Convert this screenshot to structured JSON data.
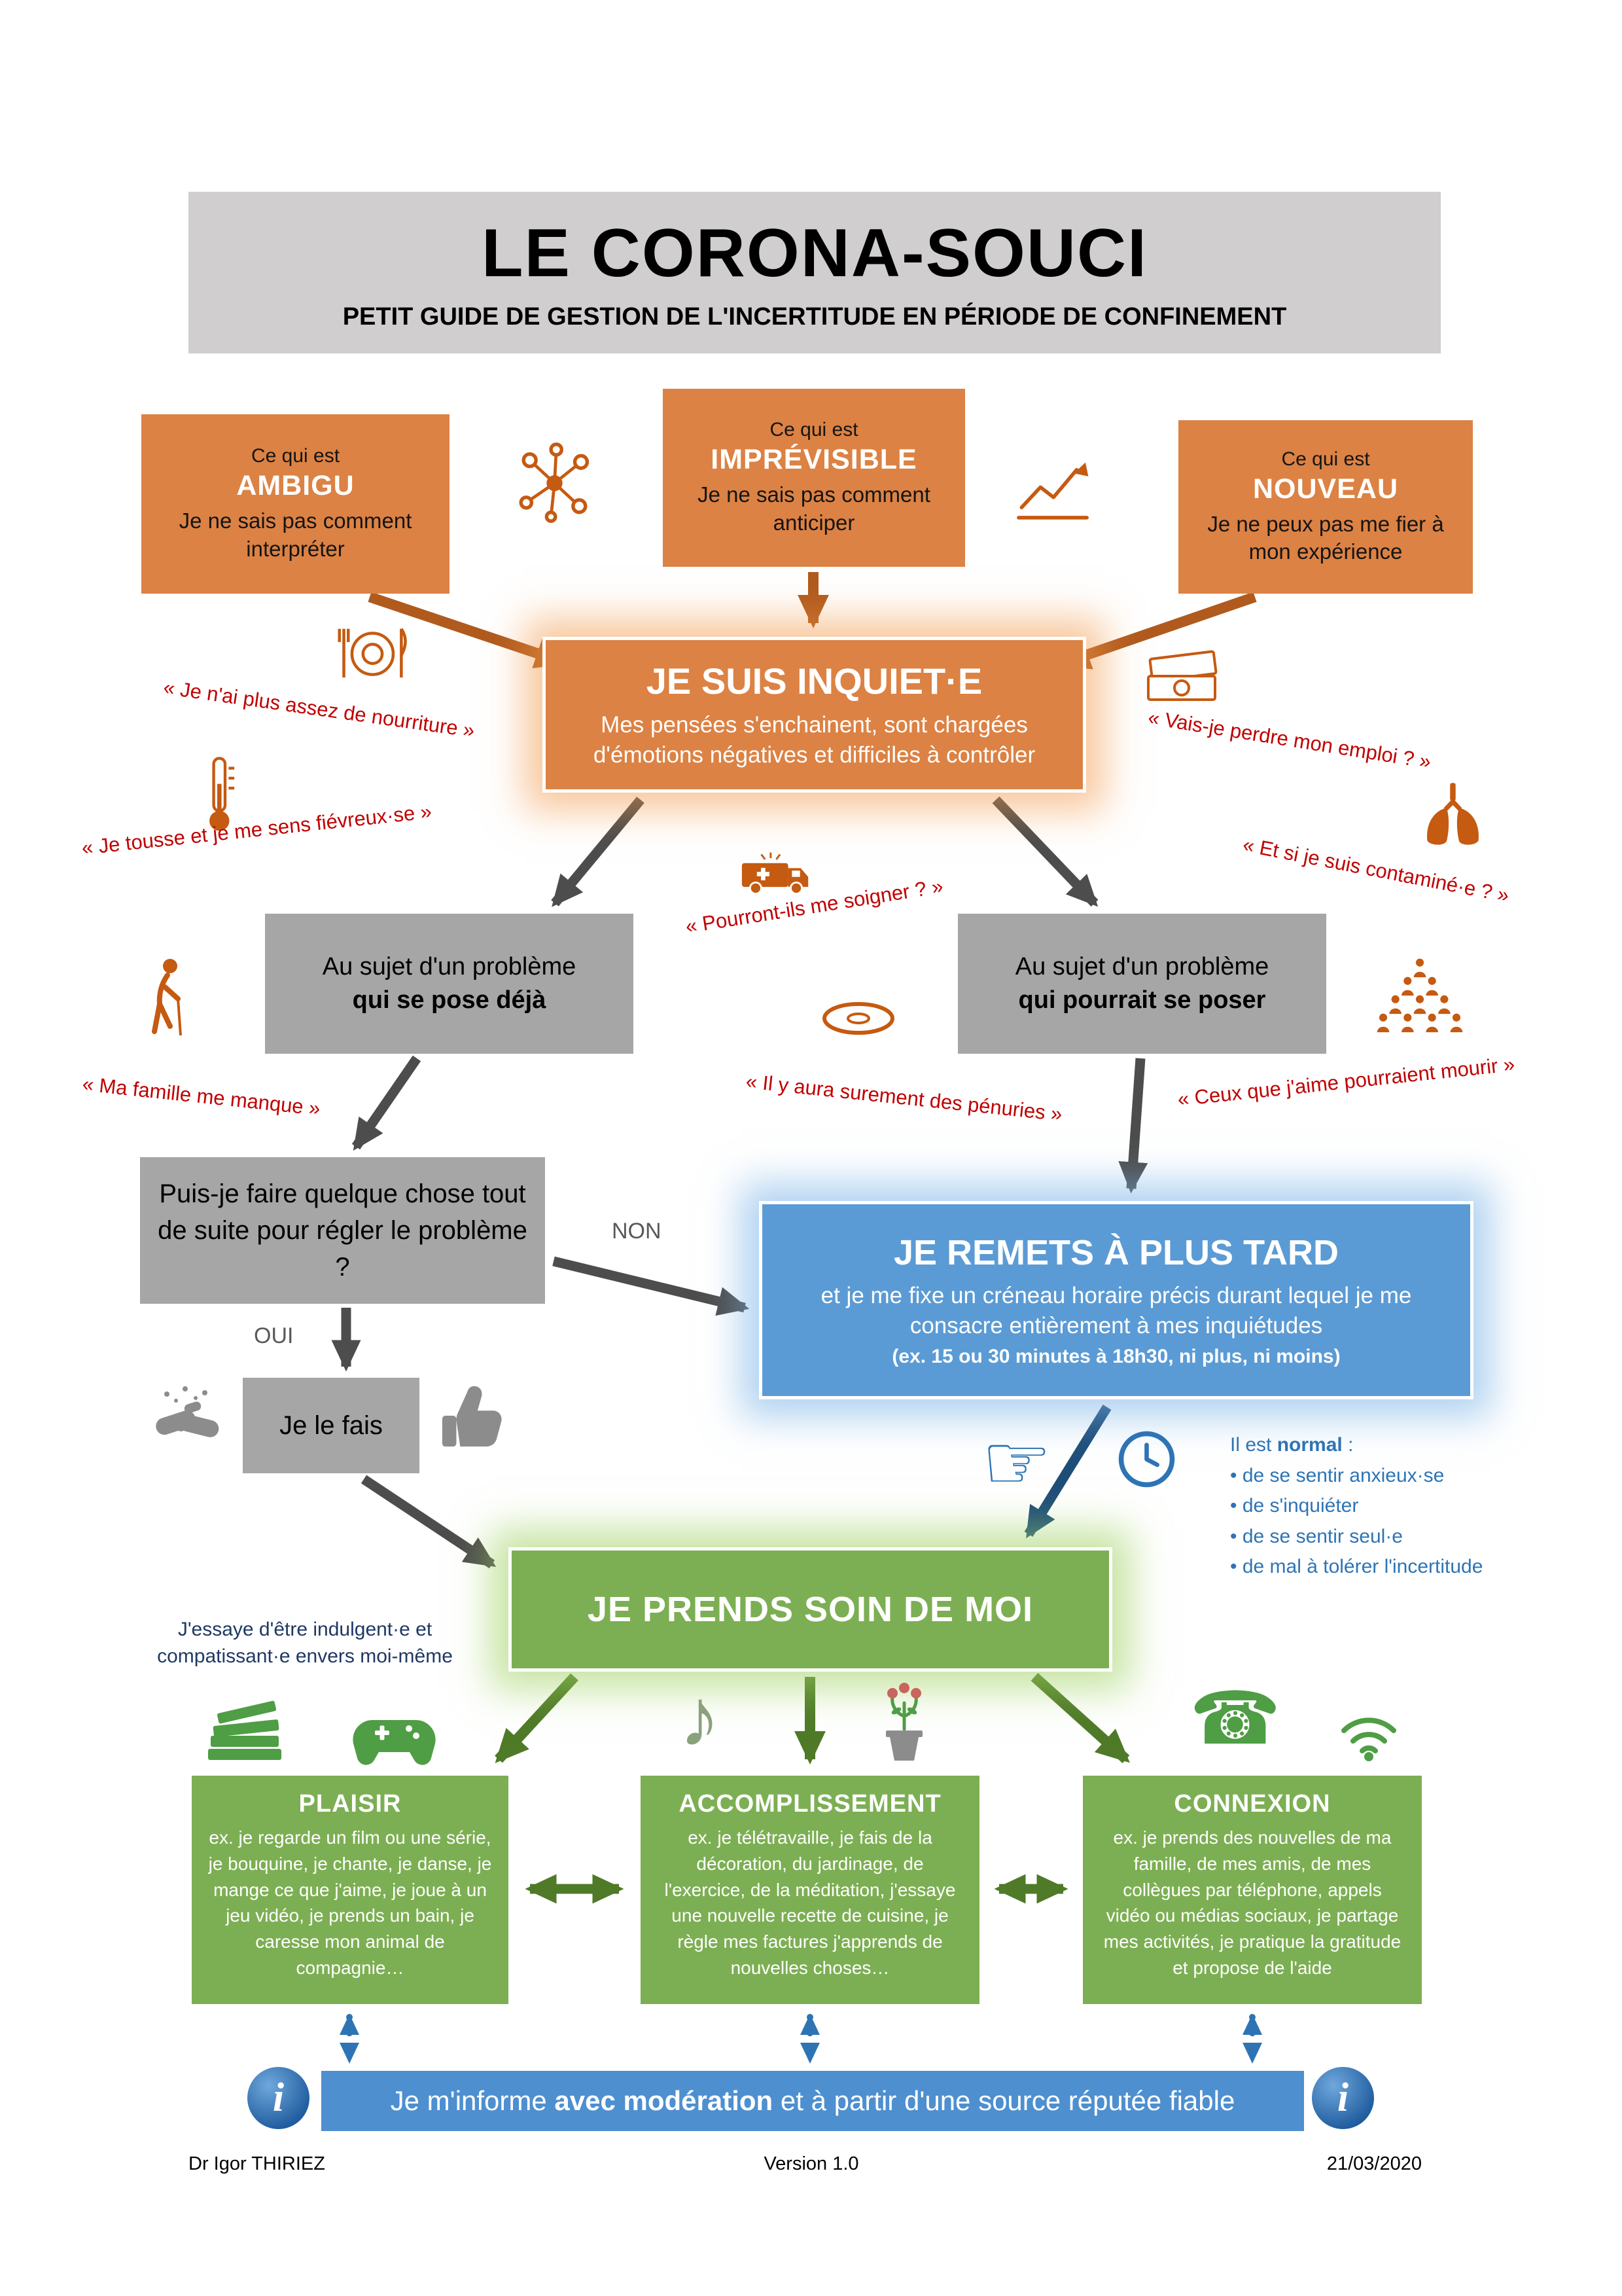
{
  "title": {
    "main": "LE CORONA-SOUCI",
    "subtitle": "PETIT GUIDE DE GESTION DE L'INCERTITUDE EN PÉRIODE DE CONFINEMENT"
  },
  "sources": [
    {
      "pre": "Ce qui est",
      "name": "AMBIGU",
      "desc": "Je ne sais pas comment interpréter"
    },
    {
      "pre": "Ce qui est",
      "name": "IMPRÉVISIBLE",
      "desc": "Je ne sais pas comment anticiper"
    },
    {
      "pre": "Ce qui est",
      "name": "NOUVEAU",
      "desc": "Je ne peux pas me fier à mon expérience"
    }
  ],
  "worry": {
    "title": "JE SUIS INQUIET·E",
    "desc": "Mes pensées s'enchainent, sont chargées d'émotions négatives et difficiles à contrôler"
  },
  "quotes": [
    "« Je n'ai plus assez de nourriture »",
    "« Vais-je perdre mon emploi ? »",
    "« Je tousse et je me sens fiévreux·se »",
    "« Et si je suis contaminé·e ? »",
    "« Pourront-ils me soigner ? »",
    "« Ma famille me manque »",
    "« Il y aura surement des pénuries »",
    "« Ceux que j'aime pourraient mourir »"
  ],
  "problems": {
    "now": {
      "line1": "Au sujet d'un problème",
      "line2": "qui se pose déjà"
    },
    "future": {
      "line1": "Au sujet d'un problème",
      "line2": "qui pourrait se poser"
    }
  },
  "question": "Puis-je faire quelque chose tout de suite pour régler le problème ?",
  "labels": {
    "non": "NON",
    "oui": "OUI"
  },
  "postpone": {
    "title": "JE REMETS À PLUS TARD",
    "desc": "et je me fixe un créneau horaire précis durant lequel je me consacre entièrement à mes inquiétudes",
    "note": "(ex. 15 ou 30 minutes à 18h30, ni plus, ni moins)"
  },
  "do_it": "Je le fais",
  "normal": {
    "pre": "Il est ",
    "bold": "normal",
    "post": " :",
    "items": [
      "de se sentir anxieux·se",
      "de s'inquiéter",
      "de se sentir seul·e",
      "de mal à tolérer l'incertitude"
    ]
  },
  "selfcare": {
    "title": "JE PRENDS SOIN DE MOI",
    "aside": "J'essaye d'être indulgent·e et compatissant·e envers moi-même"
  },
  "activities": [
    {
      "title": "PLAISIR",
      "desc": "ex. je regarde un film ou une série, je bouquine, je chante, je danse, je mange ce que j'aime, je joue à un jeu vidéo, je prends un bain, je caresse mon animal de compagnie…"
    },
    {
      "title": "ACCOMPLISSEMENT",
      "desc": "ex. je télétravaille, je fais de la décoration, du jardinage, de l'exercice, de la méditation, j'essaye une nouvelle recette de cuisine, je règle mes factures j'apprends de nouvelles choses…"
    },
    {
      "title": "CONNEXION",
      "desc": "ex. je prends des nouvelles de ma famille, de mes amis, de mes collègues par téléphone, appels vidéo ou médias sociaux, je partage mes activités, je pratique la gratitude et propose de l'aide"
    }
  ],
  "inform": {
    "pre": "Je m'informe ",
    "bold": "avec modération",
    "post": " et à partir d'une source réputée fiable"
  },
  "footer": {
    "author": "Dr Igor THIRIEZ",
    "version": "Version 1.0",
    "date": "21/03/2020"
  },
  "icons": {
    "pointing_finger": "☞",
    "phone": "☎",
    "music_note": "♪",
    "info": "i"
  },
  "colors": {
    "orange": "#DC8244",
    "gray": "#A6A6A6",
    "blue": "#5B9BD5",
    "green": "#7CAF53",
    "quote_red": "#C00000",
    "text_blue": "#2E74B5",
    "text_navy": "#1F3864",
    "title_bg": "#D0CECE",
    "arrow_orange": "#B05A1E",
    "arrow_gray": "#4D4D4D",
    "arrow_navy": "#1F4E79",
    "arrow_green": "#4F7A28"
  }
}
